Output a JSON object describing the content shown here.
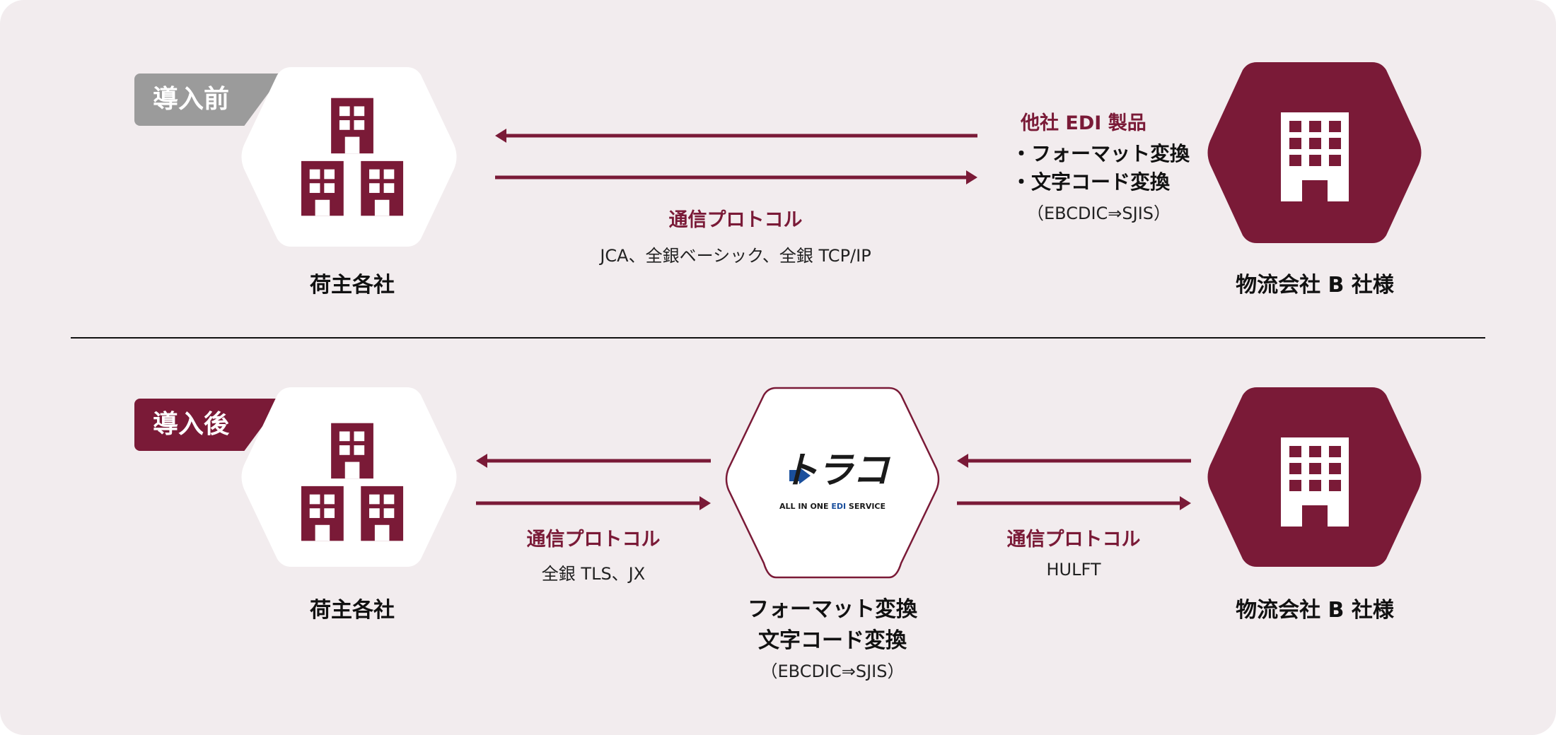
{
  "colors": {
    "accent": "#7a1a37",
    "background": "#f2ecee",
    "tag_before": "#9b9b9b",
    "tag_after": "#7a1a37",
    "trakko_blue": "#1a4f9c"
  },
  "before": {
    "tag": "導入前",
    "shipper_label": "荷主各社",
    "logistics_label": "物流会社 B 社様",
    "protocol_title": "通信プロトコル",
    "protocol_text": "JCA、全銀ベーシック、全銀 TCP/IP",
    "edi_title": "他社 EDI 製品",
    "edi_items": [
      "・フォーマット変換",
      "・文字コード変換"
    ],
    "edi_note": "（EBCDIC⇒SJIS）"
  },
  "after": {
    "tag": "導入後",
    "shipper_label": "荷主各社",
    "logistics_label": "物流会社 B 社様",
    "left_protocol_title": "通信プロトコル",
    "left_protocol_text": "全銀 TLS、JX",
    "right_protocol_title": "通信プロトコル",
    "right_protocol_text": "HULFT",
    "center_logo_text": "トラコ",
    "center_logo_sub_prefix": "ALL IN ONE ",
    "center_logo_sub_edi": "EDI",
    "center_logo_sub_suffix": " SERVICE",
    "center_lines": [
      "フォーマット変換",
      "文字コード変換"
    ],
    "center_note": "（EBCDIC⇒SJIS）"
  },
  "icons": {
    "shipper": "office-buildings-icon",
    "logistics": "office-building-icon"
  }
}
